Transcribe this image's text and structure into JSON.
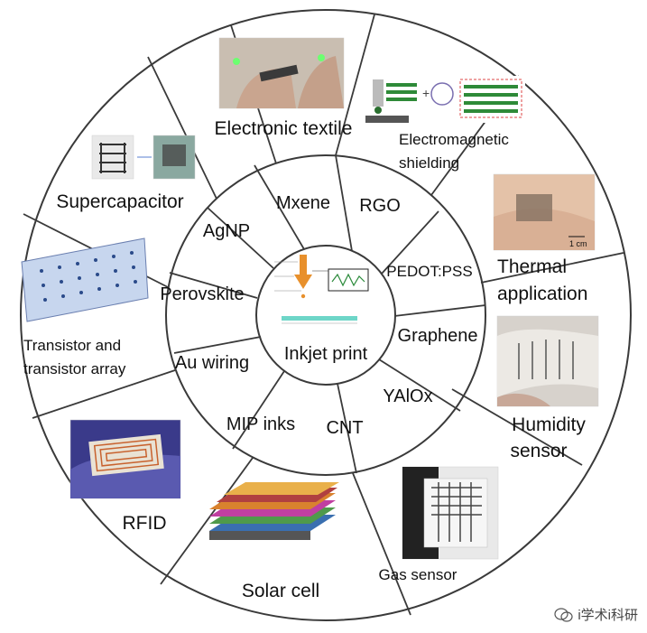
{
  "center": {
    "label": "Inkjet print"
  },
  "inner_ring": [
    "Mxene",
    "RGO",
    "PEDOT:PSS",
    "Graphene",
    "YAlOx",
    "CNT",
    "MIP inks",
    "Au wiring",
    "Perovskite",
    "AgNP"
  ],
  "outer_ring": {
    "electronic_textile": "Electronic textile",
    "electromagnetic_1": "Electromagnetic",
    "electromagnetic_2": "shielding",
    "thermal_1": "Thermal",
    "thermal_2": "application",
    "humidity_1": "Humidity",
    "humidity_2": "sensor",
    "gas_sensor": "Gas sensor",
    "solar_cell": "Solar cell",
    "rfid": "RFID",
    "transistor_1": "Transistor and",
    "transistor_2": "transistor array",
    "supercapacitor": "Supercapacitor"
  },
  "watermark": {
    "text": "i学术i科研"
  },
  "colors": {
    "ring_stroke": "#3a3a3a",
    "nozzle": "#e8902c",
    "substrate": "#6ed6c8",
    "solar_gold": "#e9b04a",
    "solar_purple": "#c03fa1",
    "solar_green": "#4f9a4b",
    "solar_blue": "#3a6fb0",
    "circuit": "#c8622e"
  }
}
